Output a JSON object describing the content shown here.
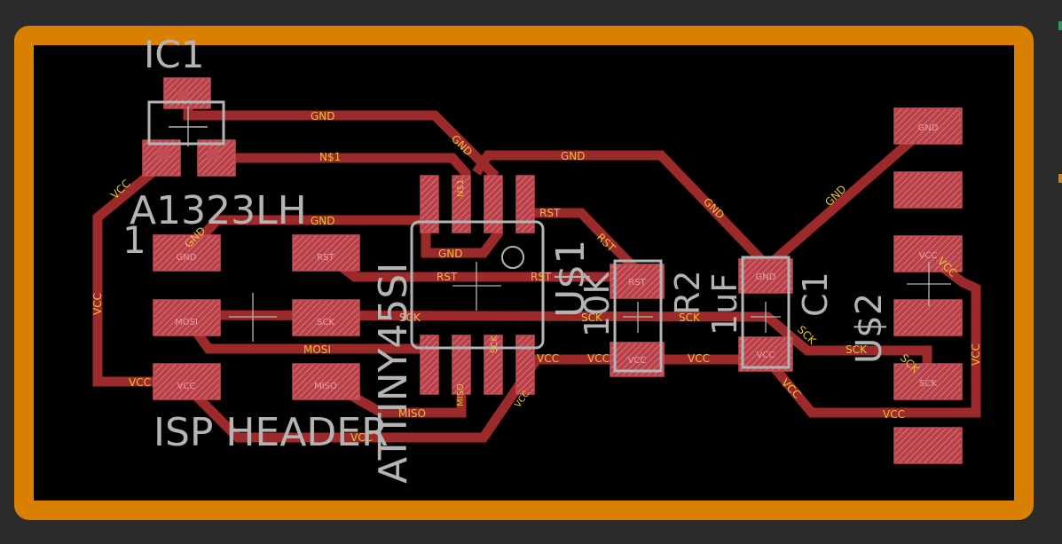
{
  "colors": {
    "background": "#2b2b2b",
    "board_outline": "#d98000",
    "board_fill": "#000000",
    "trace": "#9c2a2a",
    "pad": "#c24e55",
    "silkscreen": "#b4b4b4",
    "net_label": "#e6c03c",
    "edge_green": "#1ea15a",
    "edge_orange": "#d98000"
  },
  "labels": {
    "ic1_name": "IC1",
    "ic1_value": "A1323LH",
    "ic1_pin1": "1",
    "isp_value": "ISP HEADER",
    "mcu_value": "ATTINY45SI",
    "mcu_name": "U$1",
    "r2_value": "10K",
    "r2_name": "R2",
    "c1_value": "1uF",
    "c1_name": "C1",
    "u2_name": "U$2"
  },
  "nets": {
    "gnd": "GND",
    "n1": "N$1",
    "rst": "RST",
    "sck": "SCK",
    "mosi": "MOSI",
    "miso": "MISO",
    "vcc": "VCC"
  },
  "pads": {
    "j_gnd": "GND",
    "j_mosi": "MOSI",
    "j_vcc": "VCC",
    "j_rst": "RST",
    "j_sck": "SCK",
    "j_miso": "MISO",
    "r2_top": "RST",
    "r2_bot": "VCC",
    "c1_top": "GND",
    "c1_bot": "VCC",
    "u2_1": "GND",
    "u2_3": "VCC",
    "u2_5": "SCK"
  }
}
